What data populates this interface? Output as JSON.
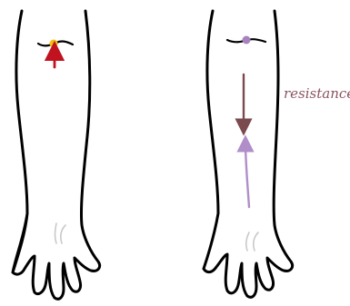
{
  "diagram": {
    "panels": [
      {
        "id": "left-arm",
        "point_color": "#f2c014",
        "arrow_color": "#c1121f",
        "arrow_direction": "up"
      },
      {
        "id": "right-arm",
        "point_color": "#a882bf",
        "force_arrow_color": "#7a4a4f",
        "force_arrow_direction": "down",
        "motion_arrow_color": "#b08ec9",
        "motion_arrow_direction": "up"
      }
    ],
    "labels": {
      "resistance": "resistance"
    },
    "colors": {
      "resistance_text": "#8a5560",
      "outline": "#000000",
      "crease": "#c9c9c9"
    }
  }
}
